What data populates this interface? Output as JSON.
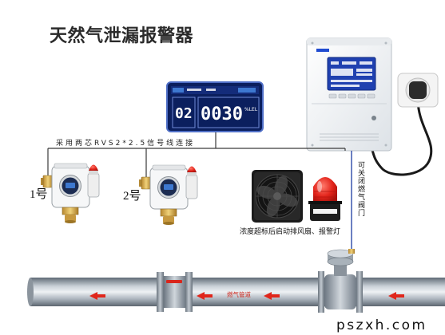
{
  "title": "天然气泄漏报警器",
  "wire_label": "采用两芯RVS2*2.5信号线连接",
  "display": {
    "channel": "02",
    "reading": "0030",
    "unit": "%LEL"
  },
  "detectors": [
    {
      "label": "1号"
    },
    {
      "label": "2号"
    }
  ],
  "valve_note": "可关闭燃气阀门",
  "alarm_note": "浓度超标后启动排风扇、报警灯",
  "pipe_label": "燃气管道",
  "watermark": "pszxh.com",
  "colors": {
    "title": "#2b2b2b",
    "lcd_background": "#0b1f5e",
    "controller_screen": "#1f40b0",
    "flow_arrow": "#e0261b"
  }
}
